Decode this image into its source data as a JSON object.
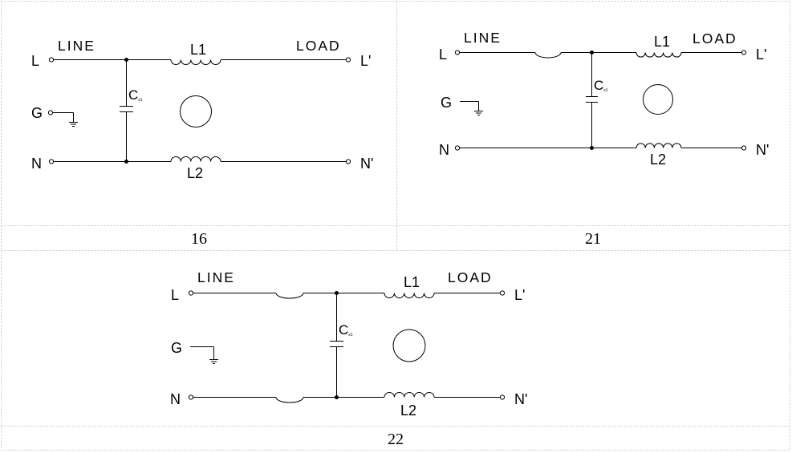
{
  "diagrams": [
    {
      "caption": "16",
      "section_line": "LINE",
      "section_load": "LOAD",
      "term_l": "L",
      "term_g": "G",
      "term_n": "N",
      "term_l_out": "L'",
      "term_n_out": "N'",
      "inductor_1": "L1",
      "inductor_2": "L2",
      "capacitor": "C",
      "capacitor_sub": "x1"
    },
    {
      "caption": "21",
      "section_line": "LINE",
      "section_load": "LOAD",
      "term_l": "L",
      "term_g": "G",
      "term_n": "N",
      "term_l_out": "L'",
      "term_n_out": "N'",
      "inductor_1": "L1",
      "inductor_2": "L2",
      "capacitor": "C",
      "capacitor_sub": "x1"
    },
    {
      "caption": "22",
      "section_line": "LINE",
      "section_load": "LOAD",
      "term_l": "L",
      "term_g": "G",
      "term_n": "N",
      "term_l_out": "L'",
      "term_n_out": "N'",
      "inductor_1": "L1",
      "inductor_2": "L2",
      "capacitor": "C",
      "capacitor_sub": "x1"
    }
  ]
}
